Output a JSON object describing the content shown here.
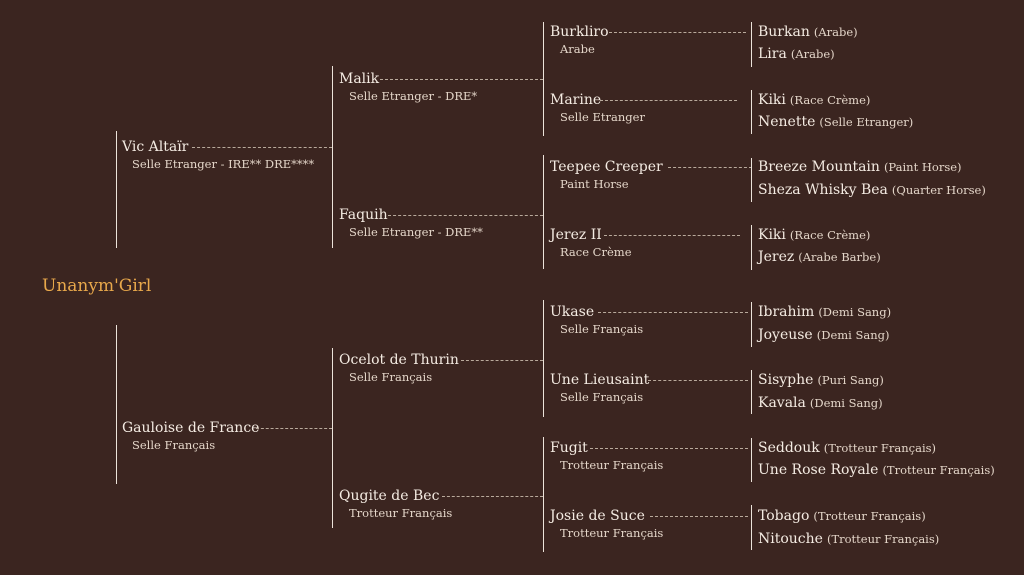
{
  "subject": "Unanym'Girl",
  "gen1": [
    {
      "name": "Vic Altaïr",
      "breed": "Selle Etranger - IRE** DRE****"
    },
    {
      "name": "Gauloise de France",
      "breed": "Selle Français"
    }
  ],
  "gen2": [
    {
      "name": "Malik",
      "breed": "Selle Etranger - DRE*"
    },
    {
      "name": "Faquih",
      "breed": "Selle Etranger - DRE**"
    },
    {
      "name": "Ocelot de Thurin",
      "breed": "Selle Français"
    },
    {
      "name": "Qugite de Bec",
      "breed": "Trotteur Français"
    }
  ],
  "gen3": [
    {
      "name": "Burkliro",
      "breed": "Arabe"
    },
    {
      "name": "Marine",
      "breed": "Selle Etranger"
    },
    {
      "name": "Teepee Creeper",
      "breed": "Paint Horse"
    },
    {
      "name": "Jerez II",
      "breed": "Race Crème"
    },
    {
      "name": "Ukase",
      "breed": "Selle Français"
    },
    {
      "name": "Une Lieusaint",
      "breed": "Selle Français"
    },
    {
      "name": "Fugit",
      "breed": "Trotteur Français"
    },
    {
      "name": "Josie de Suce",
      "breed": "Trotteur Français"
    }
  ],
  "gen4": [
    {
      "name": "Burkan",
      "breed": "(Arabe)"
    },
    {
      "name": "Lira",
      "breed": "(Arabe)"
    },
    {
      "name": "Kiki",
      "breed": "(Race Crème)"
    },
    {
      "name": "Nenette",
      "breed": "(Selle Etranger)"
    },
    {
      "name": "Breeze Mountain",
      "breed": "(Paint Horse)"
    },
    {
      "name": "Sheza Whisky Bea",
      "breed": "(Quarter Horse)"
    },
    {
      "name": "Kiki",
      "breed": "(Race Crème)"
    },
    {
      "name": "Jerez",
      "breed": "(Arabe Barbe)"
    },
    {
      "name": "Ibrahim",
      "breed": "(Demi Sang)"
    },
    {
      "name": "Joyeuse",
      "breed": "(Demi Sang)"
    },
    {
      "name": "Sisyphe",
      "breed": "(Puri Sang)"
    },
    {
      "name": "Kavala",
      "breed": "(Demi Sang)"
    },
    {
      "name": "Seddouk",
      "breed": "(Trotteur Français)"
    },
    {
      "name": "Une Rose Royale",
      "breed": "(Trotteur Français)"
    },
    {
      "name": "Tobago",
      "breed": "(Trotteur Français)"
    },
    {
      "name": "Nitouche",
      "breed": "(Trotteur Français)"
    }
  ]
}
